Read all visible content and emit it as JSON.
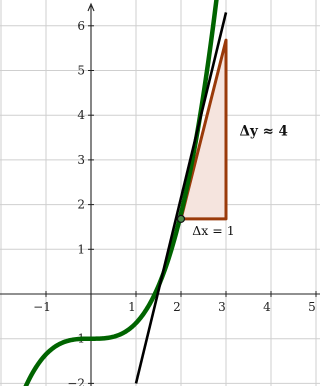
{
  "chart_data": {
    "type": "line",
    "xlim": [
      -2,
      5
    ],
    "ylim": [
      -2,
      6.3
    ],
    "grid": true,
    "x_ticks": [
      {
        "value": -1,
        "label": "−1"
      },
      {
        "value": 1,
        "label": "1"
      },
      {
        "value": 2,
        "label": "2"
      },
      {
        "value": 3,
        "label": "3"
      },
      {
        "value": 4,
        "label": "4"
      },
      {
        "value": 5,
        "label": "5"
      }
    ],
    "y_ticks": [
      {
        "value": -2,
        "label": "−2"
      },
      {
        "value": -1,
        "label": "−1"
      },
      {
        "value": 1,
        "label": "1"
      },
      {
        "value": 2,
        "label": "2"
      },
      {
        "value": 3,
        "label": "3"
      },
      {
        "value": 4,
        "label": "4"
      },
      {
        "value": 5,
        "label": "5"
      },
      {
        "value": 6,
        "label": "6"
      }
    ],
    "curve": {
      "function": "0.35*x^3 - 1",
      "x_range": [
        -1.5,
        2.8
      ],
      "color": "#006400"
    },
    "tangent_line": {
      "points": [
        [
          1.0,
          -2.0
        ],
        [
          3.0,
          6.3
        ]
      ],
      "color": "#000000"
    },
    "point": {
      "x": 2,
      "y": 1.68
    },
    "slope_triangle": {
      "vertices": [
        [
          2,
          1.68
        ],
        [
          3,
          1.68
        ],
        [
          3,
          5.68
        ]
      ],
      "stroke": "#9a3a0a",
      "fill": "#f5e4de"
    },
    "annotations": {
      "delta_x": {
        "text": "Δx = 1",
        "x": 2.25,
        "y": 1.32
      },
      "delta_y": {
        "text": "Δy ≈ 4",
        "x": 3.3,
        "y": 3.55
      }
    }
  }
}
